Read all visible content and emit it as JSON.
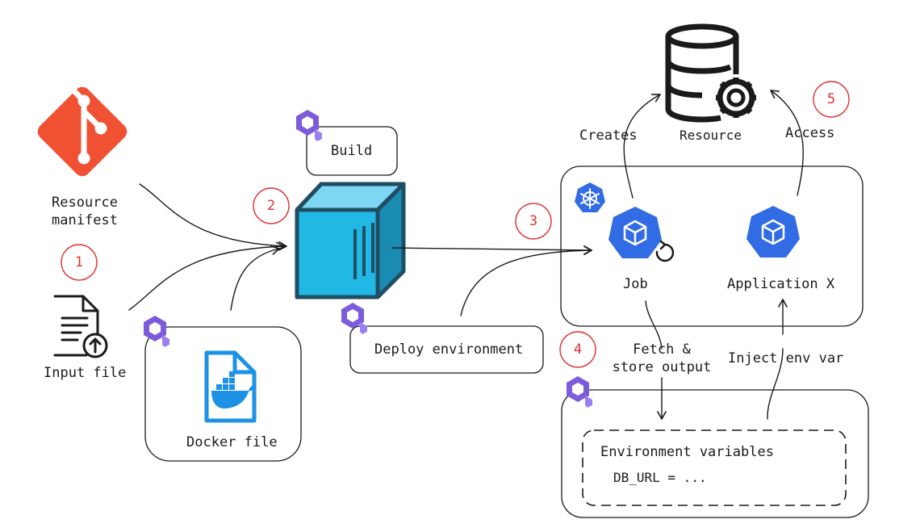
{
  "labels": {
    "resource_manifest_line1": "Resource",
    "resource_manifest_line2": "manifest",
    "input_file": "Input file",
    "docker_file": "Docker file",
    "build": "Build",
    "deploy_environment": "Deploy environment",
    "creates": "Creates",
    "resource": "Resource",
    "access": "Access",
    "job": "Job",
    "application_x": "Application X",
    "fetch_store_line1": "Fetch &",
    "fetch_store_line2": "store output",
    "inject_env_var": "Inject env var",
    "env_vars_title": "Environment variables",
    "db_url": "DB_URL = ..."
  },
  "steps": [
    "1",
    "2",
    "3",
    "4",
    "5"
  ],
  "colors": {
    "git": "#f05133",
    "step_red": "#e03131",
    "container_cyan": "#22b8e6",
    "container_dark": "#1f4e63",
    "kube_blue": "#326ce5",
    "docker_blue": "#1d91e6",
    "stage_purple": "#7c5cdb"
  },
  "icons": [
    "git-icon",
    "file-upload-icon",
    "docker-file-icon",
    "container-icon",
    "kubernetes-icon",
    "pod-icon",
    "database-gear-icon",
    "stage-cube-icon"
  ]
}
